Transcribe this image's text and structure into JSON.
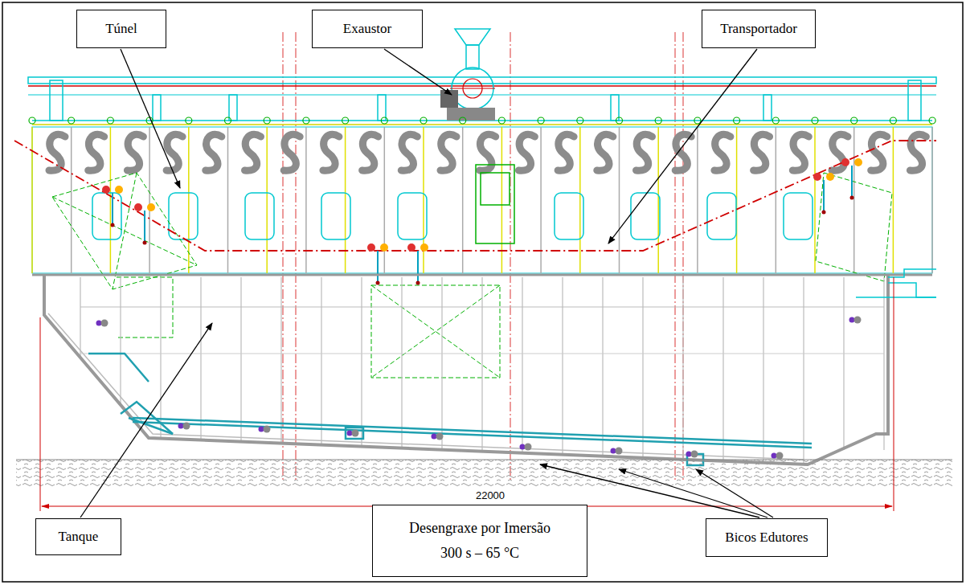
{
  "diagram": {
    "nodes": [
      {
        "text": [
          "Túnel"
        ]
      },
      {
        "text": [
          "Exaustor"
        ]
      },
      {
        "text": [
          "Transportador"
        ]
      },
      {
        "text": [
          "Tanque"
        ]
      },
      {
        "text": [
          "Desengraxe por Imersão",
          "300 s – 65 °C"
        ]
      },
      {
        "text": [
          "Bicos Edutores"
        ]
      }
    ],
    "labels": [
      "22000"
    ]
  }
}
